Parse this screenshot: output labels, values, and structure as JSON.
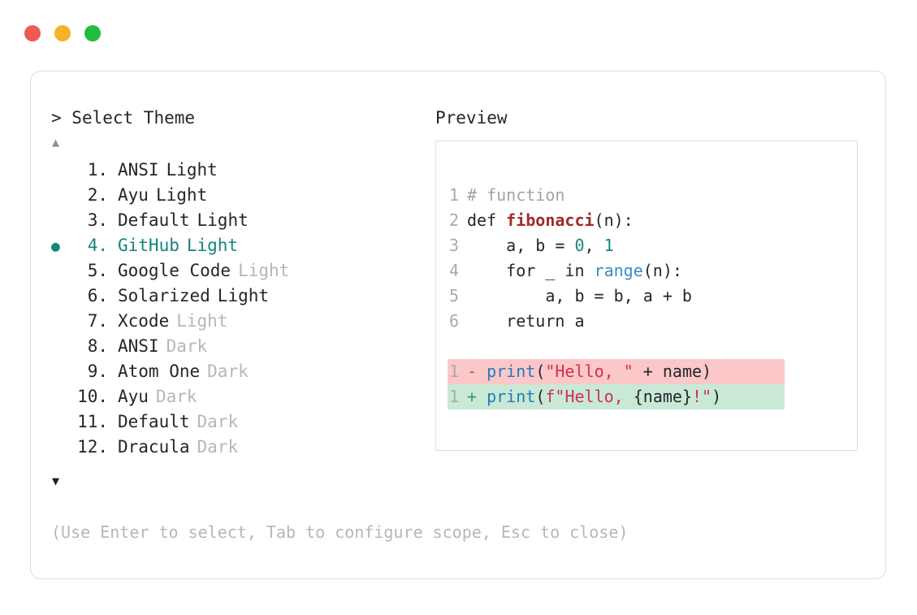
{
  "window": {
    "traffic_lights": [
      {
        "name": "close-button",
        "color": "#f05a52"
      },
      {
        "name": "minimize-button",
        "color": "#f5b428"
      },
      {
        "name": "maximize-button",
        "color": "#22bc3e"
      }
    ]
  },
  "prompt": {
    "symbol": "> ",
    "title": "Select Theme",
    "scroll_up": "▲",
    "scroll_down": "▼"
  },
  "preview": {
    "label": "Preview"
  },
  "selection": {
    "selected_index": 4,
    "marker": "●",
    "accent_color": "#17847c"
  },
  "themes": [
    {
      "index": "1.",
      "name": "ANSI",
      "variant": "Light",
      "variant_muted": false,
      "selected": false
    },
    {
      "index": "2.",
      "name": "Ayu",
      "variant": "Light",
      "variant_muted": false,
      "selected": false
    },
    {
      "index": "3.",
      "name": "Default",
      "variant": "Light",
      "variant_muted": false,
      "selected": false
    },
    {
      "index": "4.",
      "name": "GitHub",
      "variant": "Light",
      "variant_muted": false,
      "selected": true
    },
    {
      "index": "5.",
      "name": "Google Code",
      "variant": "Light",
      "variant_muted": true,
      "selected": false
    },
    {
      "index": "6.",
      "name": "Solarized",
      "variant": "Light",
      "variant_muted": false,
      "selected": false
    },
    {
      "index": "7.",
      "name": "Xcode",
      "variant": "Light",
      "variant_muted": true,
      "selected": false
    },
    {
      "index": "8.",
      "name": "ANSI",
      "variant": "Dark",
      "variant_muted": true,
      "selected": false
    },
    {
      "index": "9.",
      "name": "Atom One",
      "variant": "Dark",
      "variant_muted": true,
      "selected": false
    },
    {
      "index": "10.",
      "name": "Ayu",
      "variant": "Dark",
      "variant_muted": true,
      "selected": false
    },
    {
      "index": "11.",
      "name": "Default",
      "variant": "Dark",
      "variant_muted": true,
      "selected": false
    },
    {
      "index": "12.",
      "name": "Dracula",
      "variant": "Dark",
      "variant_muted": true,
      "selected": false
    }
  ],
  "code_preview": {
    "language": "python",
    "lines": [
      {
        "number": "1",
        "tokens": [
          {
            "text": "# function",
            "type": "comment"
          }
        ]
      },
      {
        "number": "2",
        "tokens": [
          {
            "text": "def ",
            "type": "keyword"
          },
          {
            "text": "fibonacci",
            "type": "func"
          },
          {
            "text": "(n):",
            "type": "plain"
          }
        ]
      },
      {
        "number": "3",
        "tokens": [
          {
            "text": "    a, b = ",
            "type": "plain"
          },
          {
            "text": "0",
            "type": "num"
          },
          {
            "text": ", ",
            "type": "plain"
          },
          {
            "text": "1",
            "type": "num"
          }
        ]
      },
      {
        "number": "4",
        "tokens": [
          {
            "text": "    for _ in ",
            "type": "plain"
          },
          {
            "text": "range",
            "type": "builtin"
          },
          {
            "text": "(n):",
            "type": "plain"
          }
        ]
      },
      {
        "number": "5",
        "tokens": [
          {
            "text": "        a, b = b, a + b",
            "type": "plain"
          }
        ]
      },
      {
        "number": "6",
        "tokens": [
          {
            "text": "    return a",
            "type": "plain"
          }
        ]
      }
    ],
    "diff": [
      {
        "number": "1",
        "sign": "-",
        "kind": "deleted",
        "tokens": [
          {
            "text": "print",
            "type": "call"
          },
          {
            "text": "(",
            "type": "plain"
          },
          {
            "text": "\"Hello, \"",
            "type": "string"
          },
          {
            "text": " + name)",
            "type": "plain"
          }
        ]
      },
      {
        "number": "1",
        "sign": "+",
        "kind": "added",
        "tokens": [
          {
            "text": "print",
            "type": "call"
          },
          {
            "text": "(",
            "type": "plain"
          },
          {
            "text": "f\"Hello, ",
            "type": "string"
          },
          {
            "text": "{name}",
            "type": "plain"
          },
          {
            "text": "!\"",
            "type": "string"
          },
          {
            "text": ")",
            "type": "plain"
          }
        ]
      }
    ]
  },
  "footer": {
    "hint": "(Use Enter to select, Tab to configure scope, Esc to close)"
  }
}
